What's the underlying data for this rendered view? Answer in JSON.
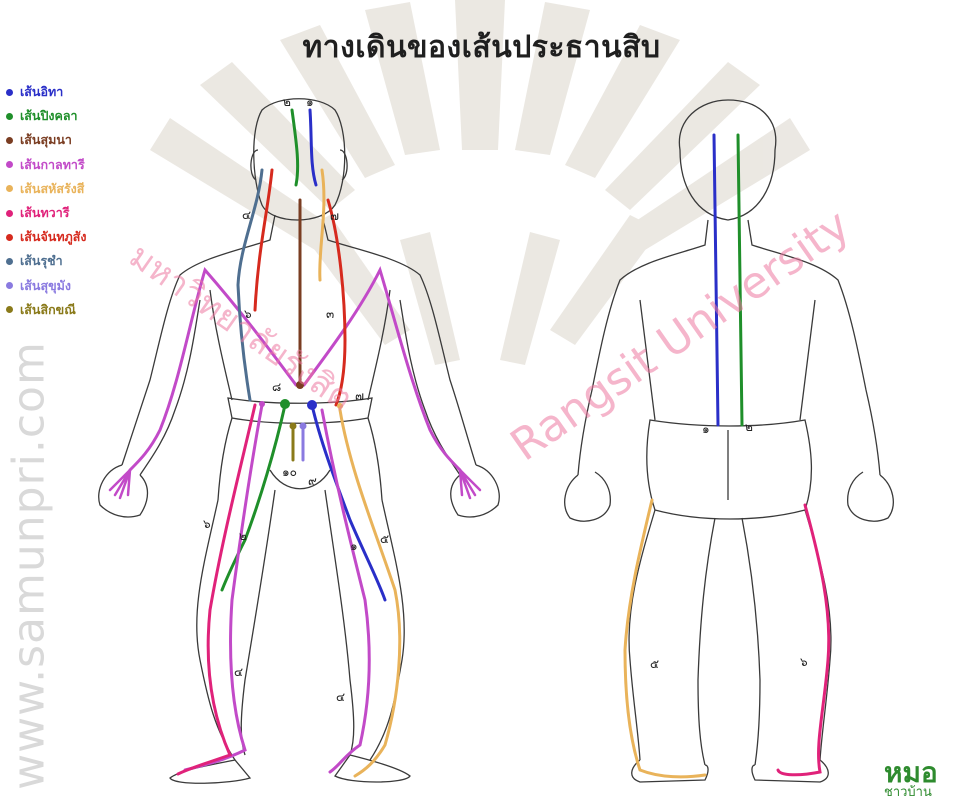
{
  "title": "ทางเดินของเส้นประธานสิบ",
  "legend": [
    {
      "label": "เส้นอิทา",
      "color": "#2a2fc8"
    },
    {
      "label": "เส้นปิงคลา",
      "color": "#1f8f2a"
    },
    {
      "label": "เส้นสุมนา",
      "color": "#7a3d22"
    },
    {
      "label": "เส้นกาลทารี",
      "color": "#c24ac8"
    },
    {
      "label": "เส้นสหัสรังสี",
      "color": "#e9b35a"
    },
    {
      "label": "เส้นทวารี",
      "color": "#e0227a"
    },
    {
      "label": "เส้นจันทภูสัง",
      "color": "#d62a1e"
    },
    {
      "label": "เส้นรุชำ",
      "color": "#4f6f90"
    },
    {
      "label": "เส้นสุขุมัง",
      "color": "#8a7ae0"
    },
    {
      "label": "เส้นสิกขณี",
      "color": "#8a7a1a"
    }
  ],
  "watermarks": {
    "side_url": "www.samunpri.com",
    "diagonal_thai": "มหาวิทยาลัยรังสิต",
    "diagonal_en": "Rangsit University"
  },
  "logo": {
    "main": "หมอ",
    "sub": "ชาวบ้าน"
  },
  "numerals": {
    "n1": "๑",
    "n2": "๒",
    "n3": "๓",
    "n4": "๔",
    "n5": "๕",
    "n6": "๖",
    "n7": "๗",
    "n8": "๘",
    "n9": "๙",
    "n10": "๑๐"
  }
}
